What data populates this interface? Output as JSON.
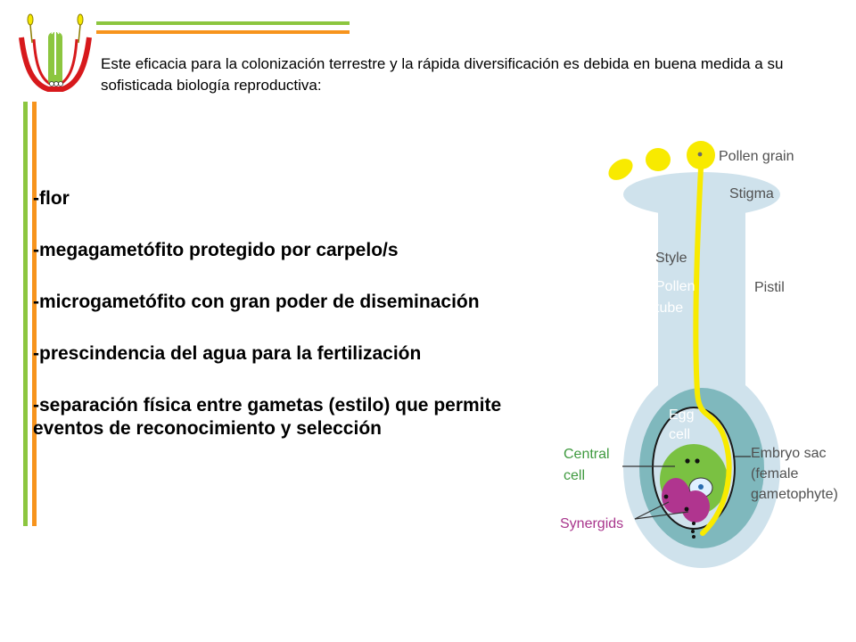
{
  "colors": {
    "bar_green": "#8cc63f",
    "bar_orange": "#f7941d",
    "logo_red": "#d7191c",
    "logo_green": "#8cc63f",
    "logo_yellow": "#f5e800",
    "pistil_blue": "#cfe2ec",
    "ovule_teal": "#7fb8bd",
    "sac_green": "#7ac142",
    "synergid_magenta": "#b0358f",
    "pollen_yellow": "#f8ea00",
    "label_gray": "#505050",
    "label_magenta": "#a8358c",
    "label_green": "#3f9a3f",
    "label_white": "#ffffff"
  },
  "intro_text": "Este eficacia para la colonización terrestre y la rápida diversificación es debida en buena medida a su sofisticada biología reproductiva:",
  "bullets": [
    "-flor",
    "-megagametófito protegido por carpelo/s",
    "-microgametófito con gran poder de diseminación",
    "-prescindencia del agua para la fertilización",
    "-separación física entre gametas (estilo) que permite eventos de reconocimiento y selección"
  ],
  "diagram": {
    "labels": {
      "pollen_grain": "Pollen grain",
      "stigma": "Stigma",
      "style": "Style",
      "pollen_tube_1": "Pollen",
      "pollen_tube_2": "tube",
      "pistil": "Pistil",
      "egg_cell_1": "Egg",
      "egg_cell_2": "cell",
      "central_cell_1": "Central",
      "central_cell_2": "cell",
      "embryo_sac_1": "Embryo sac",
      "embryo_sac_2": "(female",
      "embryo_sac_3": "gametophyte)",
      "synergids": "Synergids"
    }
  }
}
